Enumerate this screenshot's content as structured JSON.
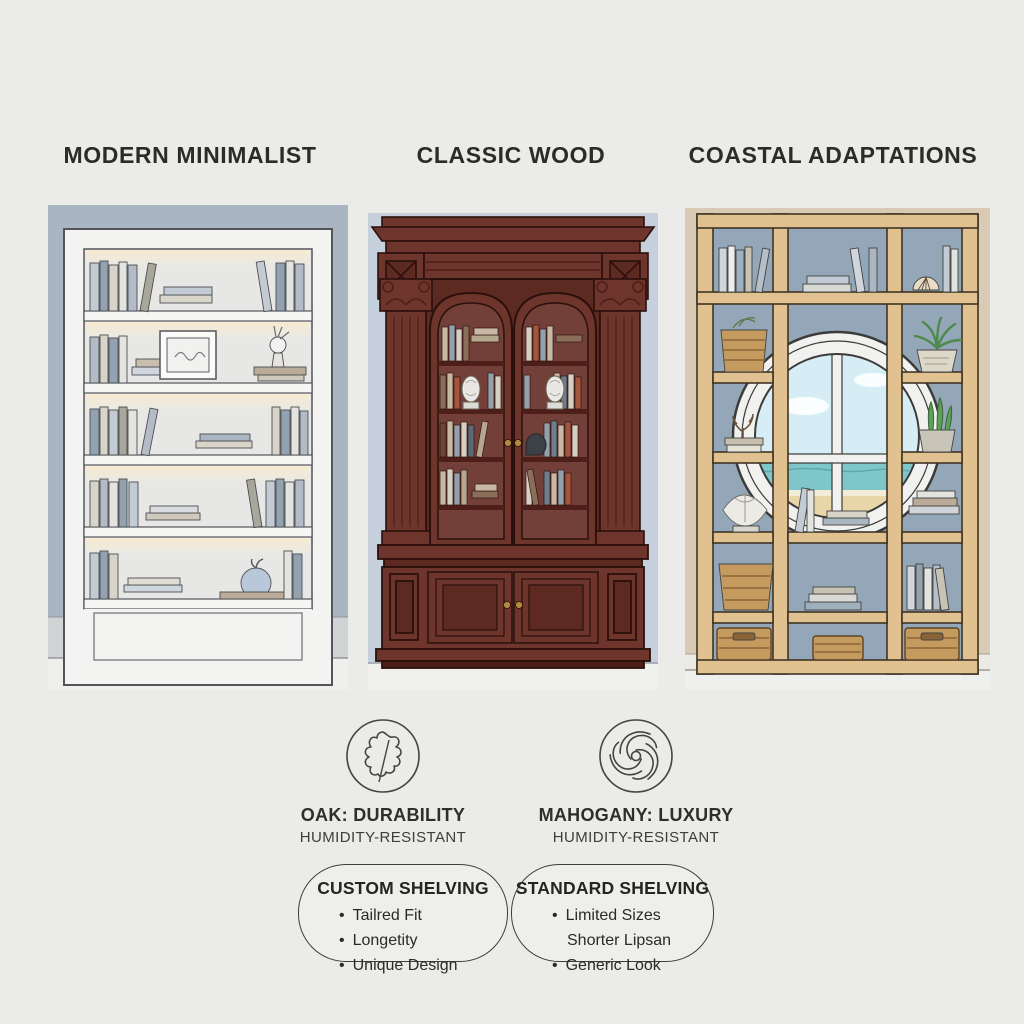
{
  "page": {
    "background": "#ebecea"
  },
  "columns": [
    {
      "title": "MODERN MINIMALIST",
      "style": "white built-in shelving with under-shelf lighting",
      "accent": "#a9b6c2"
    },
    {
      "title": "CLASSIC WOOD",
      "style": "ornate mahogany glass-door bookcase",
      "accent": "#6d352b"
    },
    {
      "title": "COASTAL ADAPTATIONS",
      "style": "light oak open grid shelving around porthole window",
      "accent": "#e2c191"
    }
  ],
  "materials": [
    {
      "icon": "oak-leaf-icon",
      "title": "OAK: DURABILITY",
      "subtitle": "HUMIDITY-RESISTANT"
    },
    {
      "icon": "wood-grain-swirl-icon",
      "title": "MAHOGANY: LUXURY",
      "subtitle": "HUMIDITY-RESISTANT"
    }
  ],
  "comparison": [
    {
      "title": "CUSTOM SHELVING",
      "items": [
        {
          "text": "Tailred Fit",
          "bullet": true
        },
        {
          "text": "Longetity",
          "bullet": true
        },
        {
          "text": "Unique Design",
          "bullet": true
        }
      ]
    },
    {
      "title": "STANDARD SHELVING",
      "items": [
        {
          "text": "Limited Sizes",
          "bullet": true
        },
        {
          "text": "Shorter Lipsan",
          "bullet": false
        },
        {
          "text": "Generic Look",
          "bullet": true
        }
      ]
    }
  ]
}
